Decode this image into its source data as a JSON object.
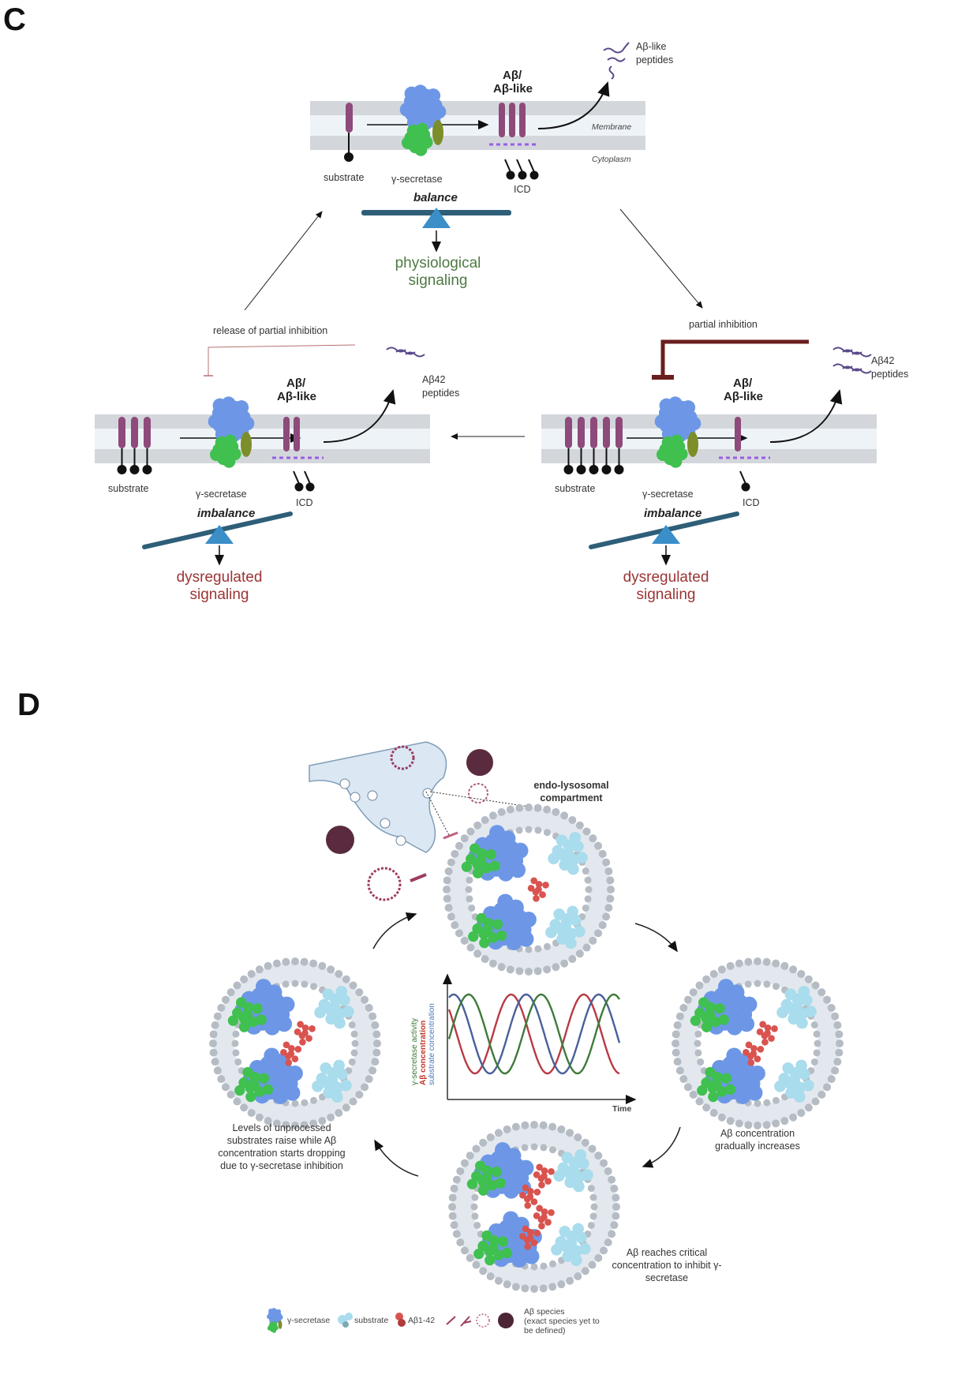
{
  "panels": {
    "c": "C",
    "d": "D"
  },
  "panel_c": {
    "top": {
      "product_label_1": "Aβ/",
      "product_label_2": "Aβ-like",
      "peptides_1": "Aβ-like",
      "peptides_2": "peptides",
      "membrane": "Membrane",
      "cytoplasm": "Cytoplasm",
      "substrate": "substrate",
      "enzyme": "γ-secretase",
      "icd": "ICD",
      "state": "balance",
      "outcome_1": "physiological",
      "outcome_2": "signaling"
    },
    "left": {
      "arrow_label": "release of partial inhibition",
      "product_label_1": "Aβ/",
      "product_label_2": "Aβ-like",
      "peptides_1": "Aβ42",
      "peptides_2": "peptides",
      "substrate": "substrate",
      "enzyme": "γ-secretase",
      "icd": "ICD",
      "state": "imbalance",
      "outcome_1": "dysregulated",
      "outcome_2": "signaling"
    },
    "right": {
      "arrow_label": "partial inhibition",
      "product_label_1": "Aβ/",
      "product_label_2": "Aβ-like",
      "peptides_1": "Aβ42",
      "peptides_2": "peptides",
      "substrate": "substrate",
      "enzyme": "γ-secretase",
      "icd": "ICD",
      "state": "imbalance",
      "outcome_1": "dysregulated",
      "outcome_2": "signaling"
    }
  },
  "panel_d": {
    "compartment_1": "endo-lysosomal",
    "compartment_2": "compartment",
    "right_caption": [
      "Aβ concentration",
      "gradually increases"
    ],
    "bottom_caption": [
      "Aβ reaches critical",
      "concentration to inhibit γ-",
      "secretase"
    ],
    "left_caption": [
      "Levels of unprocessed",
      "substrates raise while Aβ",
      "concentration starts dropping",
      "due to γ-secretase inhibition"
    ],
    "plot": {
      "xlabel": "Time",
      "ylabels": [
        {
          "text": "γ-secretase activity",
          "color": "#3f7a3a"
        },
        {
          "text": "Aβ concentration",
          "color": "#c0392b"
        },
        {
          "text": "substrate concentration",
          "color": "#4a78b5"
        }
      ],
      "series_colors": {
        "activity": "#3f7a3a",
        "abeta": "#b83a45",
        "substrate": "#4a5f9a"
      }
    },
    "legend": {
      "enzyme": "γ-secretase",
      "substrate": "substrate",
      "abeta": "Aβ1-42",
      "species_1": "Aβ species",
      "species_2": "(exact species yet to",
      "species_3": "be defined)"
    }
  },
  "colors": {
    "membrane_outer": "#d3d7dc",
    "membrane_inner": "#eef3f8",
    "substrate_bar": "#8e4a7a",
    "enzyme_blue": "#6d97e6",
    "enzyme_green": "#3fc04f",
    "seesaw": "#2e5e78",
    "fulcrum": "#3a8fc9",
    "inhibition": "#6b1e1e"
  }
}
